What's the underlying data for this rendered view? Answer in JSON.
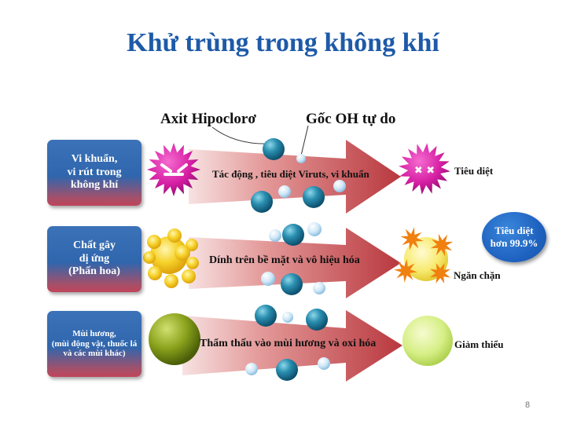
{
  "title": "Khử trùng trong không khí",
  "labels": {
    "acid": "Axit Hipoclorơ",
    "radical": "Gốc OH tự do"
  },
  "rows": [
    {
      "source": "Vi khuẩn,\nvi rút trong\nkhông khí",
      "action": "Tác động , tiêu diệt Viruts, vi khuẩn",
      "result": "Tiêu diệt"
    },
    {
      "source": "Chất gây\ndị ứng\n(Phấn hoa)",
      "action": "Dính trên bề mặt và vô hiệu hóa",
      "result": "Ngăn chặn"
    },
    {
      "source": "Mùi hương,\n(mùi động vật, thuốc lá\nvà các mùi khác)",
      "action": "Thẩm thấu vào mùi hương và oxi hóa",
      "result": "Giảm thiểu"
    }
  ],
  "badge": "Tiêu diệt\nhơn 99.9%",
  "page_number": "8",
  "colors": {
    "title": "#1e5aa8",
    "box_top": "#2f66ad",
    "box_bottom": "#c0445a",
    "arrow_light": "#f4d8d8",
    "arrow_dark": "#bb4448",
    "virus": "#d61fa4",
    "pollen": "#f0c010",
    "odor": "#9ab022",
    "badge": "#1f63c0"
  }
}
